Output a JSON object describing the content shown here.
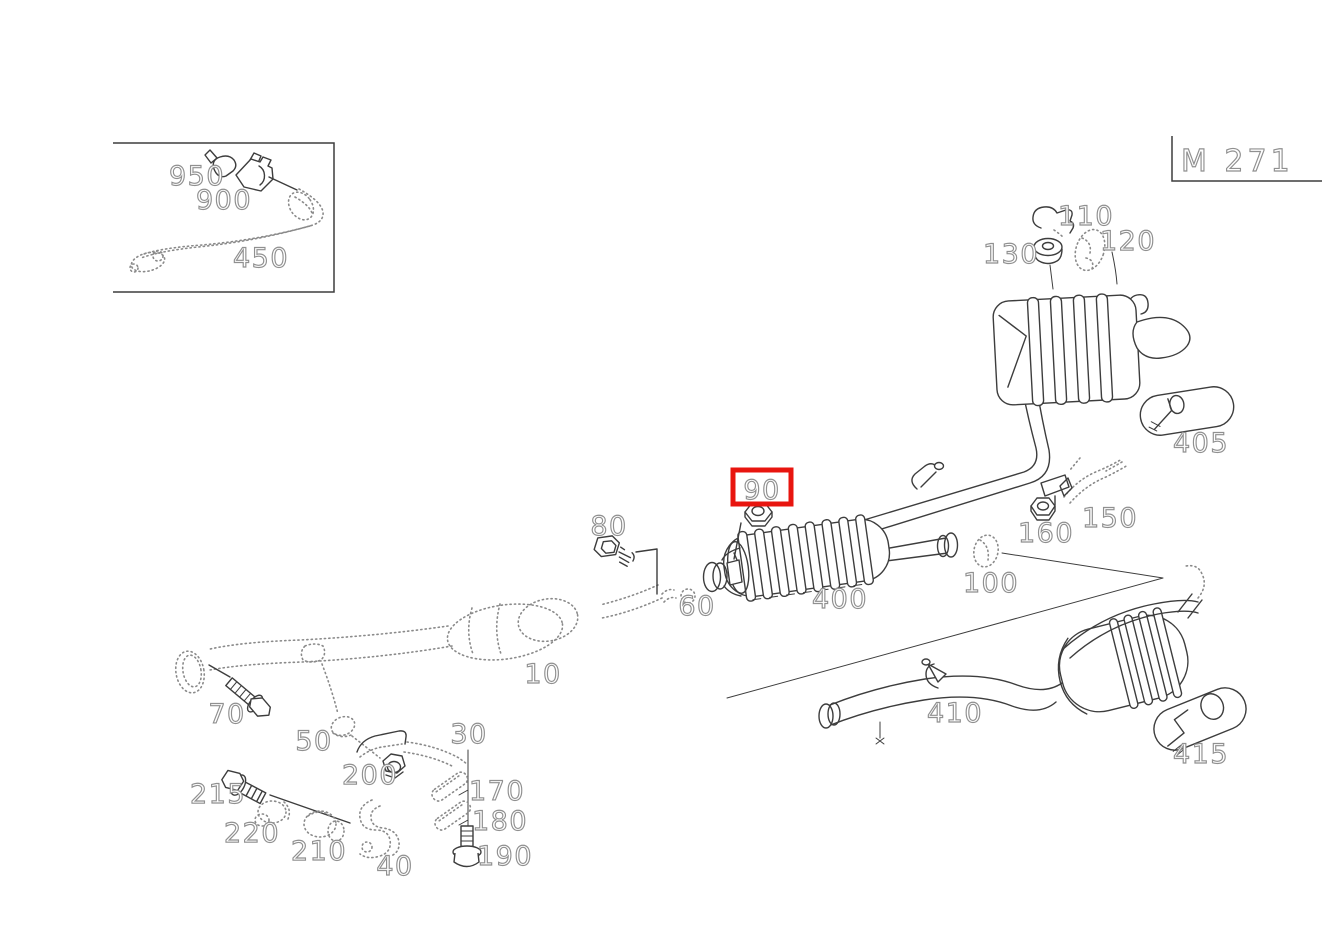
{
  "diagram": {
    "type": "exploded-parts-diagram",
    "engine_code": "M 271",
    "highlighted_part": "90",
    "colors": {
      "background": "#ffffff",
      "line": "#3d3d3d",
      "stipple": "#8a8a8a",
      "label": "#909090",
      "highlight": "#e8150f"
    }
  },
  "labels": {
    "p10": "10",
    "p30": "30",
    "p40": "40",
    "p50": "50",
    "p60": "60",
    "p70": "70",
    "p80": "80",
    "p90": "90",
    "p100": "100",
    "p110": "110",
    "p120": "120",
    "p130": "130",
    "p150": "150",
    "p160": "160",
    "p170": "170",
    "p180": "180",
    "p190": "190",
    "p200": "200",
    "p210": "210",
    "p215": "215",
    "p220": "220",
    "p400": "400",
    "p405": "405",
    "p410": "410",
    "p415": "415",
    "p450": "450",
    "p900": "900",
    "p950": "950"
  }
}
